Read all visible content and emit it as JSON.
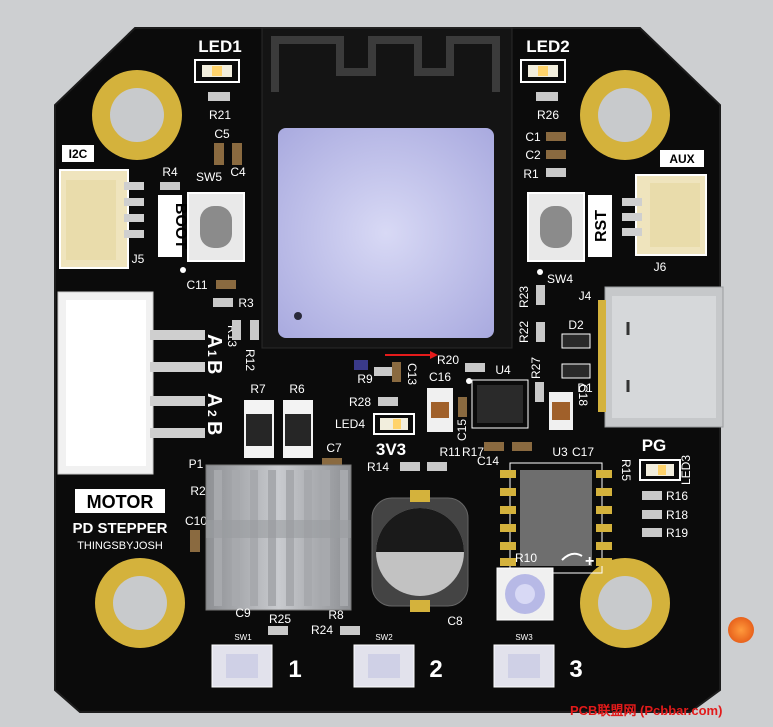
{
  "board": {
    "name": "PD STEPPER",
    "maker": "THINGSBYJOSH",
    "colors": {
      "pcb": "#0b0b0b",
      "silk": "#ffffff",
      "pad": "#d4b23c",
      "led_glow": "#f07a2a"
    }
  },
  "headers": {
    "i2c": "I2C",
    "aux": "AUX",
    "motor": "MOTOR",
    "pg": "PG"
  },
  "leds": {
    "led1": "LED1",
    "led2": "LED2",
    "led3": "LED3",
    "led4": "LED4"
  },
  "buttons": {
    "boot": "BOOT",
    "rst": "RST",
    "sw1_num": "1",
    "sw2_num": "2",
    "sw3_num": "3"
  },
  "rails": {
    "v33": "3V3"
  },
  "motor_pins": {
    "a1": "A",
    "a1_sub": "1",
    "b1": "B",
    "a2": "A",
    "a2_sub": "2",
    "b2": "B"
  },
  "designators": {
    "r21": "R21",
    "r26": "R26",
    "c5": "C5",
    "c4": "C4",
    "c1": "C1",
    "c2": "C2",
    "r1": "R1",
    "r4": "R4",
    "sw5": "SW5",
    "j5": "J5",
    "sw4": "SW4",
    "j6": "J6",
    "j4": "J4",
    "c11": "C11",
    "r3": "R3",
    "r13": "R13",
    "r12": "R12",
    "r23": "R23",
    "r22": "R22",
    "r27": "R27",
    "d2": "D2",
    "d1": "D1",
    "r7": "R7",
    "r6": "R6",
    "r9": "R9",
    "c13": "C13",
    "r20": "R20",
    "c16": "C16",
    "u4": "U4",
    "r28": "R28",
    "c15": "C15",
    "c18": "C18",
    "r14": "R14",
    "r11": "R11",
    "r17": "R17",
    "c14": "C14",
    "u3": "U3",
    "c17": "C17",
    "r15": "R15",
    "c7": "C7",
    "p1": "P1",
    "r2": "R2",
    "c10": "C10",
    "r16": "R16",
    "r18": "R18",
    "r19": "R19",
    "r10": "R10",
    "c9": "C9",
    "r25": "R25",
    "r8": "R8",
    "r24": "R24",
    "c8": "C8",
    "sw1": "SW1",
    "sw2": "SW2",
    "sw3": "SW3"
  },
  "watermark": "PCB联盟网 (Pcbbar.com)"
}
